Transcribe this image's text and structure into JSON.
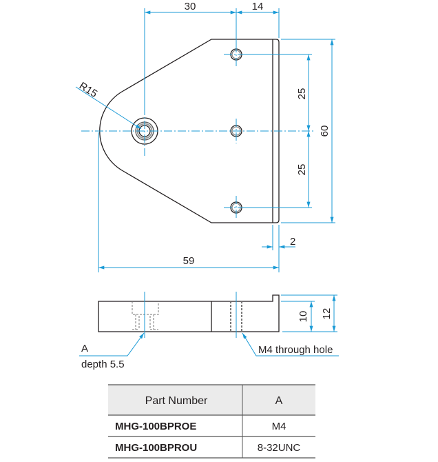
{
  "top_view": {
    "dims": {
      "width_30": "30",
      "width_14": "14",
      "radius": "R15",
      "pitch_upper": "25",
      "pitch_lower": "25",
      "height": "60",
      "step": "2",
      "length": "59"
    }
  },
  "side_view": {
    "dims": {
      "body_height": "10",
      "total_height": "12"
    },
    "callout_a": {
      "label": "A",
      "depth": "depth 5.5"
    },
    "callout_hole": "M4 through hole"
  },
  "table": {
    "headers": [
      "Part Number",
      "A"
    ],
    "rows": [
      {
        "part": "MHG-100BPROE",
        "a": "M4"
      },
      {
        "part": "MHG-100BPROU",
        "a": "8-32UNC"
      }
    ]
  },
  "colors": {
    "dimension": "#1a9ad6",
    "outline": "#231f20",
    "table_header": "#ebebeb"
  }
}
